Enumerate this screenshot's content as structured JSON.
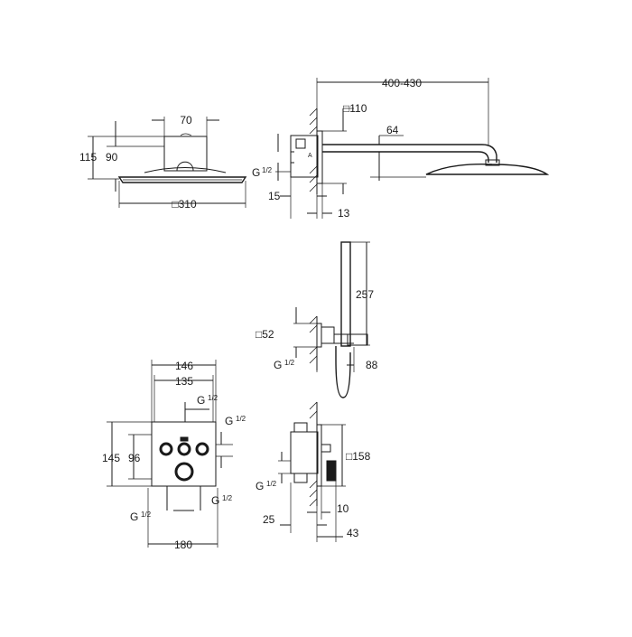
{
  "drawing": {
    "head_shower_front": {
      "width_top": "70",
      "height_total": "115",
      "height_body": "90",
      "plate": "□310"
    },
    "head_shower_side": {
      "arm_length": "400-430",
      "flange": "□110",
      "arm_height": "64",
      "thread": "G",
      "thread_frac": "1/2",
      "depth1": "15",
      "depth2": "13"
    },
    "hand_shower": {
      "length": "257",
      "flange": "□52",
      "thread": "G",
      "thread_frac": "1/2",
      "projection": "88"
    },
    "control_front": {
      "width_outer": "146",
      "width_inner": "135",
      "height_outer": "145",
      "height_inner": "96",
      "width_bottom": "180",
      "thread_top_a": "G",
      "thread_top_a_frac": "1/2",
      "thread_top_b": "G",
      "thread_top_b_frac": "1/2",
      "thread_bottom_a": "G",
      "thread_bottom_a_frac": "1/2",
      "thread_bottom_b": "G",
      "thread_bottom_b_frac": "1/2"
    },
    "control_side": {
      "flange": "□158",
      "thread": "G",
      "thread_frac": "1/2",
      "depth_wall": "25",
      "depth_plate": "10",
      "projection": "43"
    }
  }
}
